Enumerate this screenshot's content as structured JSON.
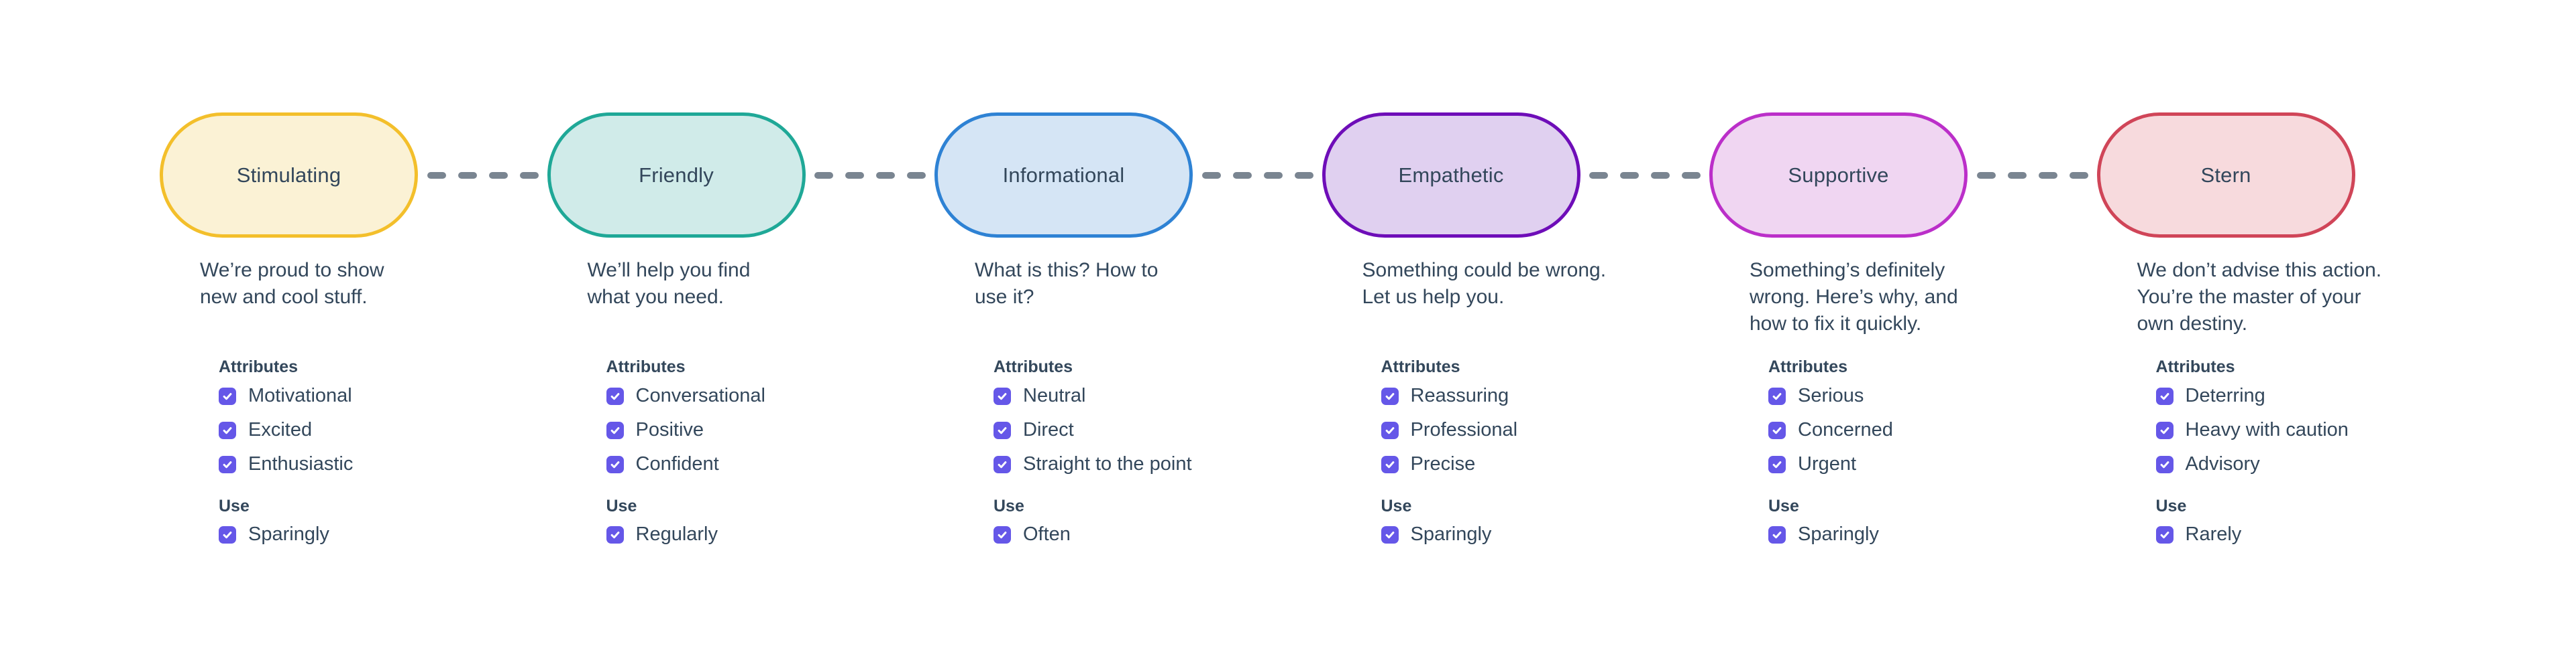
{
  "palette": {
    "background": "#FFFFFF",
    "text": "#33475B",
    "dash": "#7A8591",
    "checkbox": "#6557E8"
  },
  "labels": {
    "attributes": "Attributes",
    "use": "Use"
  },
  "tones": [
    {
      "name": "Stimulating",
      "border_color": "#F3BF2B",
      "fill_color": "#FBF2D5",
      "description": "We’re proud to show\nnew and cool stuff.",
      "attributes": [
        {
          "label": "Motivational",
          "checked": true
        },
        {
          "label": "Excited",
          "checked": true
        },
        {
          "label": "Enthusiastic",
          "checked": true
        }
      ],
      "use": {
        "label": "Sparingly",
        "checked": true
      }
    },
    {
      "name": "Friendly",
      "border_color": "#1FA897",
      "fill_color": "#D0EBE9",
      "description": "We’ll help you find\nwhat you need.",
      "attributes": [
        {
          "label": "Conversational",
          "checked": true
        },
        {
          "label": "Positive",
          "checked": true
        },
        {
          "label": "Confident",
          "checked": true
        }
      ],
      "use": {
        "label": "Regularly",
        "checked": true
      }
    },
    {
      "name": "Informational",
      "border_color": "#2E82D4",
      "fill_color": "#D5E5F5",
      "description": "What is this? How to\nuse it?",
      "attributes": [
        {
          "label": "Neutral",
          "checked": true
        },
        {
          "label": "Direct",
          "checked": true
        },
        {
          "label": "Straight to the point",
          "checked": true
        }
      ],
      "use": {
        "label": "Often",
        "checked": true
      }
    },
    {
      "name": "Empathetic",
      "border_color": "#6E0DB8",
      "fill_color": "#E0D0F0",
      "description": "Something could be wrong.\nLet us help you.",
      "attributes": [
        {
          "label": "Reassuring",
          "checked": true
        },
        {
          "label": "Professional",
          "checked": true
        },
        {
          "label": "Precise",
          "checked": true
        }
      ],
      "use": {
        "label": "Sparingly",
        "checked": true
      }
    },
    {
      "name": "Supportive",
      "border_color": "#BB2FC9",
      "fill_color": "#F0D6F2",
      "description": "Something’s definitely\nwrong. Here’s why, and\nhow to fix it quickly.",
      "attributes": [
        {
          "label": "Serious",
          "checked": true
        },
        {
          "label": "Concerned",
          "checked": true
        },
        {
          "label": "Urgent",
          "checked": true
        }
      ],
      "use": {
        "label": "Sparingly",
        "checked": true
      }
    },
    {
      "name": "Stern",
      "border_color": "#D04558",
      "fill_color": "#F7DADD",
      "description": "We don’t advise this action.\nYou’re the master of your\nown destiny.",
      "attributes": [
        {
          "label": "Deterring",
          "checked": true
        },
        {
          "label": "Heavy with caution",
          "checked": true
        },
        {
          "label": "Advisory",
          "checked": true
        }
      ],
      "use": {
        "label": "Rarely",
        "checked": true
      }
    }
  ]
}
